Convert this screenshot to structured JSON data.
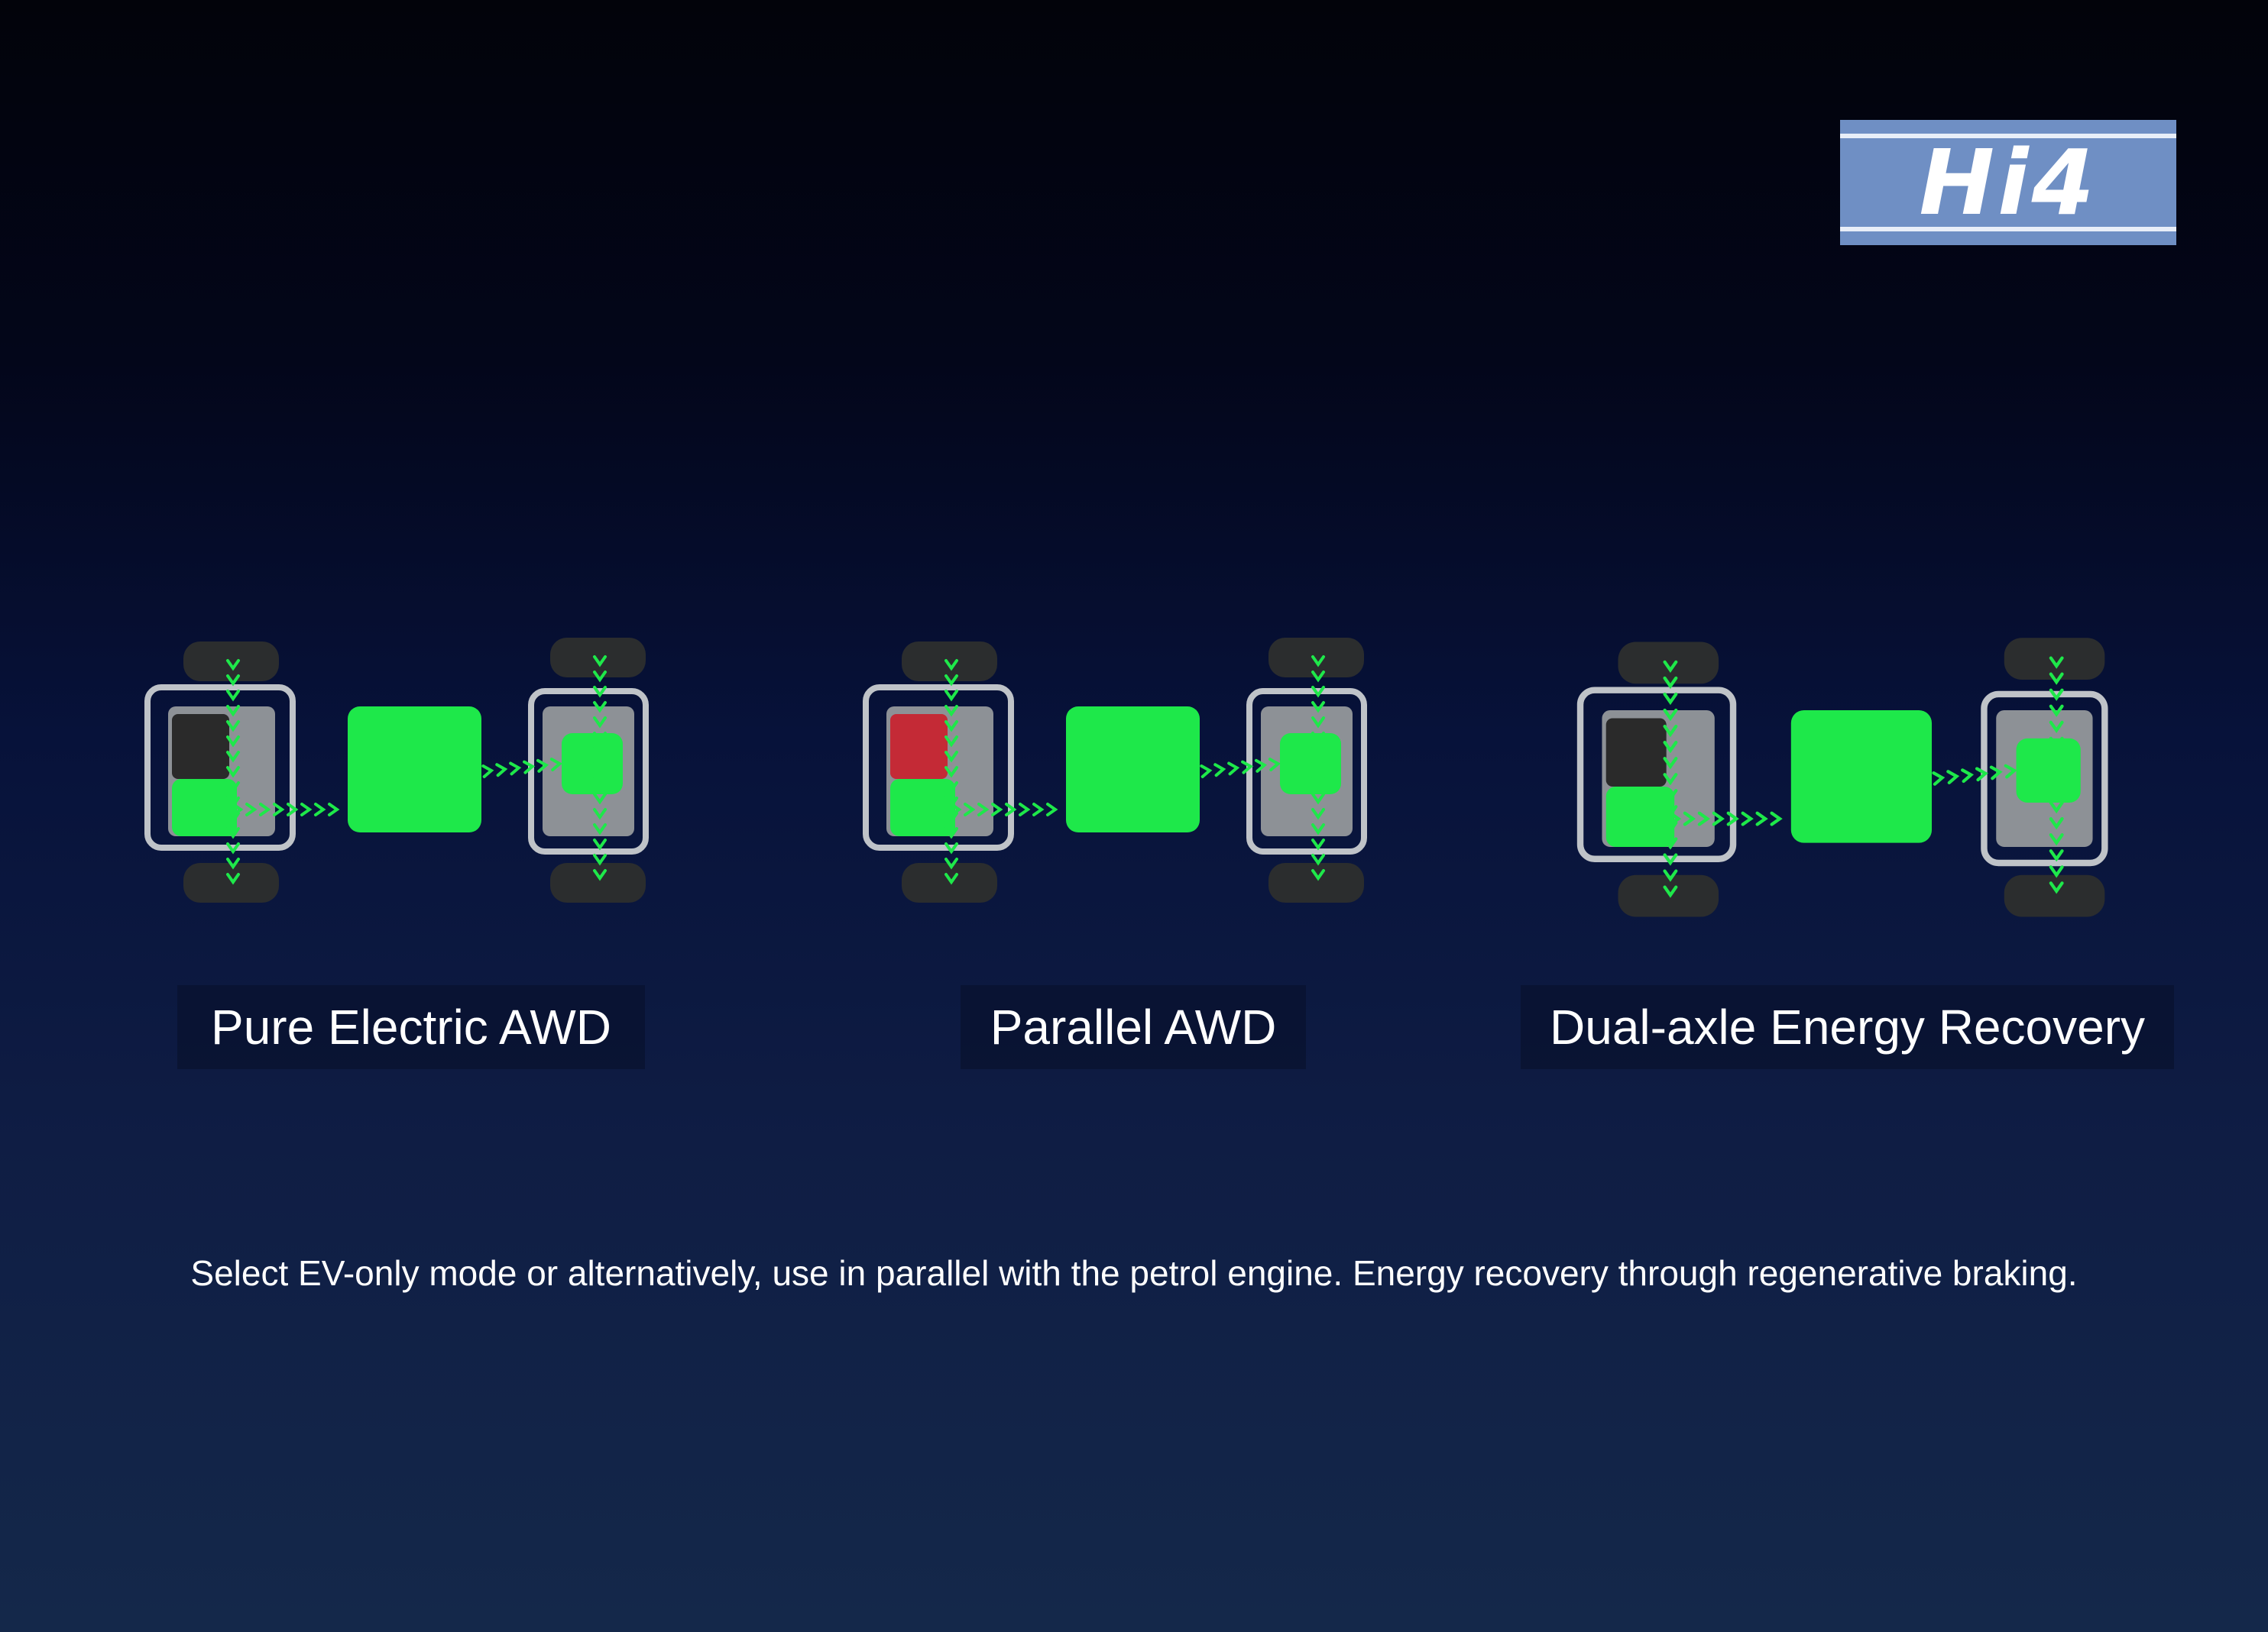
{
  "logo": {
    "text": "Hi4"
  },
  "modes": [
    {
      "label": "Pure Electric AWD",
      "engine_state": "inactive"
    },
    {
      "label": "Parallel AWD",
      "engine_state": "active"
    },
    {
      "label": "Dual-axle Energy Recovery",
      "engine_state": "inactive"
    }
  ],
  "caption": "Select EV-only mode or alternatively, use in parallel with the petrol engine. Energy recovery through regenerative braking.",
  "colors": {
    "electric_green": "#1ee84a",
    "engine_red": "#c42a36",
    "engine_dark": "#2a2a2a",
    "chassis_grey": "#bfc3c8",
    "tire_dark": "#2b2d2e",
    "logo_blue": "#6f8fc4"
  }
}
